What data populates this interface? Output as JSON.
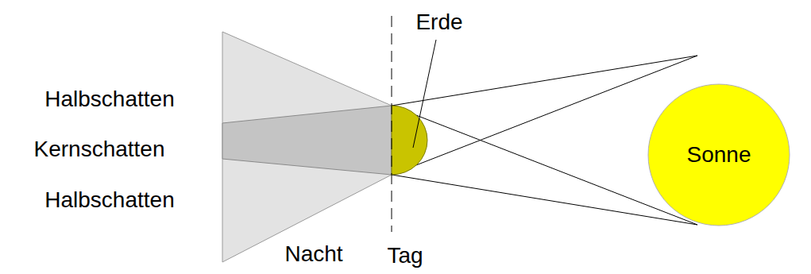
{
  "diagram": {
    "nodes": [
      {
        "text": [
          "Sonne"
        ]
      }
    ],
    "labels": [
      "Erde",
      "Halbschatten",
      "Kernschatten",
      "Halbschatten",
      "Nacht",
      "Tag"
    ]
  }
}
